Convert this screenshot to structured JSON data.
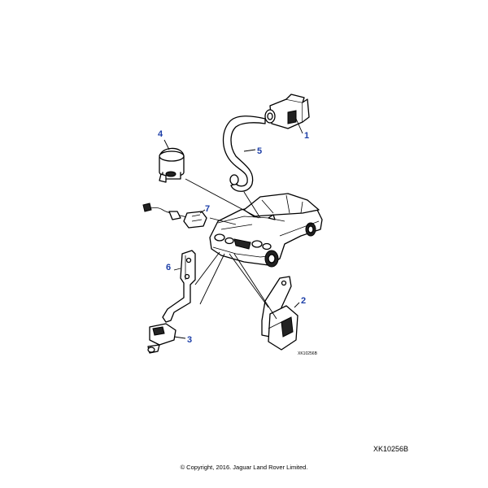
{
  "callouts": [
    "1",
    "2",
    "3",
    "4",
    "5",
    "6",
    "7"
  ],
  "inner_ref": "XK10256B",
  "ref_code": "XK10256B",
  "copyright": "© Copyright, 2016. Jaguar Land Rover Limited.",
  "colors": {
    "callout": "#1d3fa8",
    "line": "#000000",
    "background": "#ffffff"
  }
}
